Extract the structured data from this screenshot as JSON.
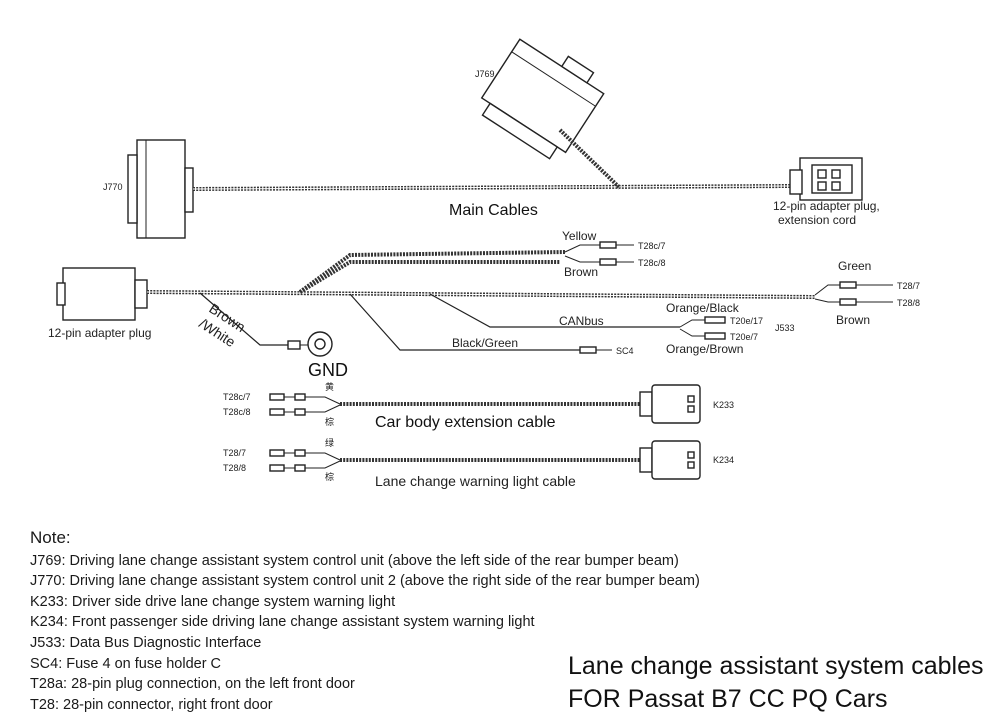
{
  "components": {
    "j769": "J769",
    "j770": "J770",
    "adapter_ext": [
      "12-pin adapter plug,",
      "extension cord"
    ],
    "adapter_plug": "12-pin adapter plug",
    "j533": "J533",
    "k233": "K233",
    "k234": "K234",
    "sc4": "SC4",
    "gnd": "GND"
  },
  "cables": {
    "main": "Main Cables",
    "canbus": "CANbus",
    "black_green": "Black/Green",
    "body_ext": "Car body extension cable",
    "warning_light": "Lane change warning light cable"
  },
  "wire_colors": {
    "yellow": "Yellow",
    "brown_upper": "Brown",
    "green": "Green",
    "brown_right": "Brown",
    "orange_black": "Orange/Black",
    "orange_brown": "Orange/Brown",
    "brown_white_1": "Brown",
    "brown_white_2": "/White",
    "cn_yellow": "黄",
    "cn_brown_1": "棕",
    "cn_green": "绿",
    "cn_brown_2": "棕"
  },
  "pins": {
    "t28c7_top": "T28c/7",
    "t28c8_top": "T28c/8",
    "t28_7_right": "T28/7",
    "t28_8_right": "T28/8",
    "t20e17": "T20e/17",
    "t20e7": "T20e/7",
    "t28c7_body": "T28c/7",
    "t28c8_body": "T28c/8",
    "t28_7_light": "T28/7",
    "t28_8_light": "T28/8"
  },
  "notes": {
    "heading": "Note:",
    "lines": [
      "J769: Driving lane change assistant system control unit (above the left side of the rear bumper beam)",
      "J770: Driving lane change assistant system control unit 2 (above the right side of the rear bumper beam)",
      "K233: Driver side drive lane change system warning light",
      "K234: Front passenger side driving lane change assistant system warning light",
      "J533: Data Bus Diagnostic Interface",
      "SC4: Fuse 4 on fuse holder C",
      "T28a: 28-pin plug connection, on the left front door",
      "T28: 28-pin connector, right front door"
    ]
  },
  "title": {
    "line1": "Lane change assistant system cables",
    "line2": "FOR Passat B7 CC PQ Cars"
  }
}
